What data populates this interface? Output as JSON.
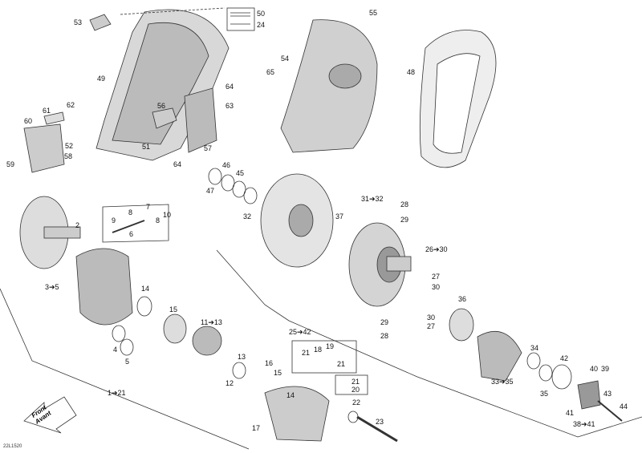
{
  "diagram": {
    "code": "22L1520",
    "direction": {
      "line1": "Front",
      "line2": "Avant"
    },
    "labels": [
      "53",
      "50",
      "24",
      "49",
      "64",
      "65",
      "63",
      "56",
      "61",
      "62",
      "60",
      "52",
      "51",
      "57",
      "58",
      "59",
      "64",
      "55",
      "54",
      "48",
      "46",
      "45",
      "47",
      "32",
      "31➔32",
      "28",
      "29",
      "37",
      "26➔30",
      "27",
      "30",
      "2",
      "9",
      "8",
      "7",
      "8",
      "10",
      "6",
      "3➔5",
      "14",
      "15",
      "11➔13",
      "4",
      "5",
      "36",
      "30",
      "27",
      "29",
      "28",
      "25➔42",
      "21",
      "18",
      "19",
      "21",
      "21",
      "20",
      "13",
      "12",
      "16",
      "15",
      "14",
      "34",
      "42",
      "40",
      "39",
      "33➔35",
      "35",
      "43",
      "41",
      "38➔41",
      "44",
      "22",
      "23",
      "17",
      "1➔21"
    ]
  }
}
